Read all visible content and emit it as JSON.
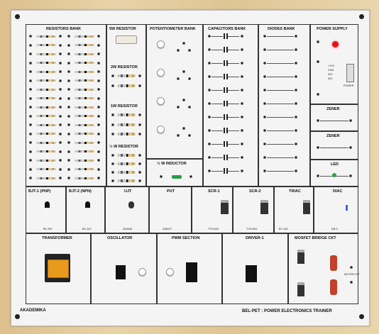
{
  "brand": "AKADEMIKA",
  "product_title": "BEL-PET : POWER ELECTRONICS TRAINER",
  "sections": {
    "resistors_bank": "RESISTORS BANK",
    "res_5w": "5W RESISTOR",
    "res_2w": "2W RESISTOR",
    "res_1w": "1W RESISTOR",
    "res_half_w": "½ W RESISTOR",
    "potentiometer_bank": "POTENTIOMETER BANK",
    "half_w_inductor": "½ W INDUCTOR",
    "capacitors_bank": "CAPACITORS BANK",
    "diodes_bank": "DIODES BANK",
    "power_supply": "POWER SUPPLY",
    "zener_1": "ZENER",
    "zener_2": "ZENER",
    "led": "LED",
    "bjt1": "BJT-1 (PNP)",
    "bjt2": "BJT-2 (NPN)",
    "ujt": "UJT",
    "put": "PUT",
    "scr1": "SCR-1",
    "scr2": "SCR-2",
    "triac": "TRIAC",
    "diac": "DIAC",
    "transformer": "TRANSFORMER",
    "oscillator": "OSCILLATOR",
    "pwm_section": "PWM SECTION",
    "driver1": "DRIVER-1",
    "mosfet_bridge": "MOSFET BRIDGE CKT"
  },
  "part_labels": {
    "bjt1": "BC-557",
    "bjt2": "BC-547",
    "ujt": "2N2646",
    "put": "2N6027",
    "scr1": "TYN 604",
    "scr2": "TYN 604",
    "triac": "BT-136",
    "diac": "DB-3"
  },
  "power_supply_labels": [
    "+12V",
    "GND",
    "30V",
    "30V",
    "POWER"
  ],
  "motor_label": "MOTOR O/P"
}
